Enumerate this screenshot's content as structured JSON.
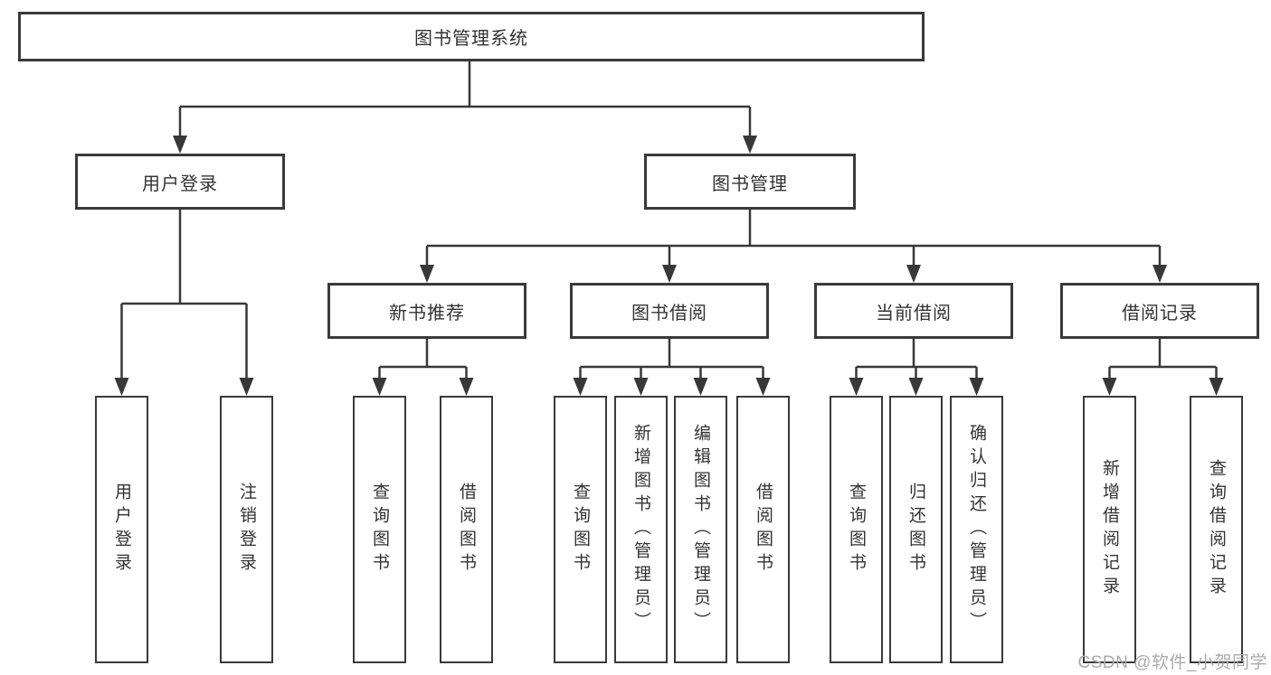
{
  "tree": {
    "root": {
      "label": "图书管理系统",
      "children": [
        {
          "label": "用户登录",
          "children": [
            {
              "label": "用户登录"
            },
            {
              "label": "注销登录"
            }
          ]
        },
        {
          "label": "图书管理",
          "children": [
            {
              "label": "新书推荐",
              "children": [
                {
                  "label": "查询图书"
                },
                {
                  "label": "借阅图书"
                }
              ]
            },
            {
              "label": "图书借阅",
              "children": [
                {
                  "label": "查询图书"
                },
                {
                  "label": "新增图书（管理员）"
                },
                {
                  "label": "编辑图书（管理员）"
                },
                {
                  "label": "借阅图书"
                }
              ]
            },
            {
              "label": "当前借阅",
              "children": [
                {
                  "label": "查询图书"
                },
                {
                  "label": "归还图书"
                },
                {
                  "label": "确认归还（管理员）"
                }
              ]
            },
            {
              "label": "借阅记录",
              "children": [
                {
                  "label": "新增借阅记录"
                },
                {
                  "label": "查询借阅记录"
                }
              ]
            }
          ]
        }
      ]
    }
  },
  "watermark": {
    "text": "CSDN @软件_小贺同学"
  },
  "colors": {
    "line": "#383838",
    "box_border": "#3a3a3a",
    "text": "#333333",
    "watermark": "#ababab",
    "background": "#ffffff"
  }
}
